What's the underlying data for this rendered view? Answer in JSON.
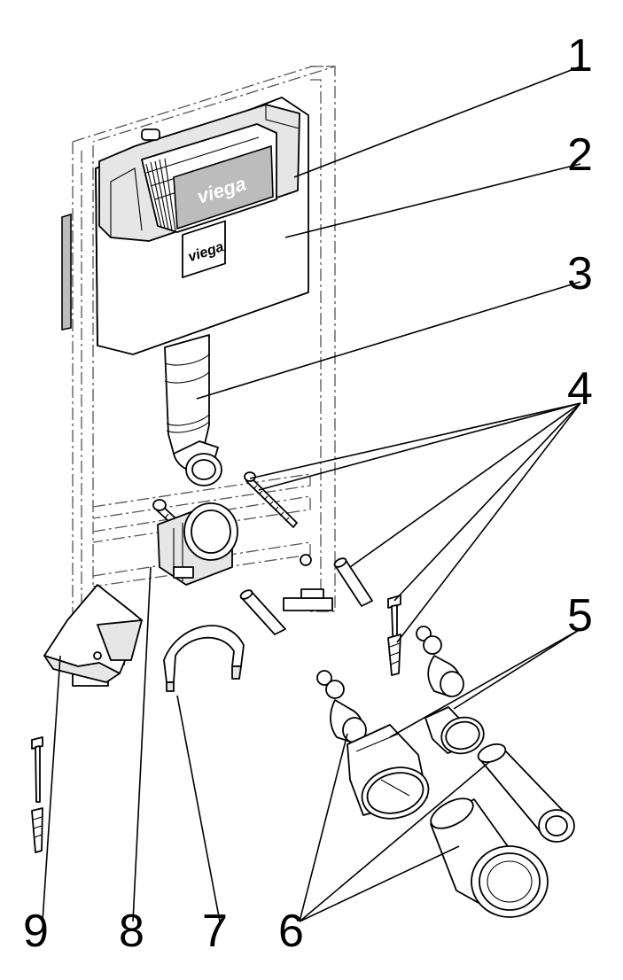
{
  "brand": {
    "logo_text": "viega"
  },
  "callouts": [
    {
      "id": "1",
      "label": "1"
    },
    {
      "id": "2",
      "label": "2"
    },
    {
      "id": "3",
      "label": "3"
    },
    {
      "id": "4",
      "label": "4"
    },
    {
      "id": "5",
      "label": "5"
    },
    {
      "id": "6",
      "label": "6"
    },
    {
      "id": "7",
      "label": "7"
    },
    {
      "id": "8",
      "label": "8"
    },
    {
      "id": "9",
      "label": "9"
    }
  ]
}
